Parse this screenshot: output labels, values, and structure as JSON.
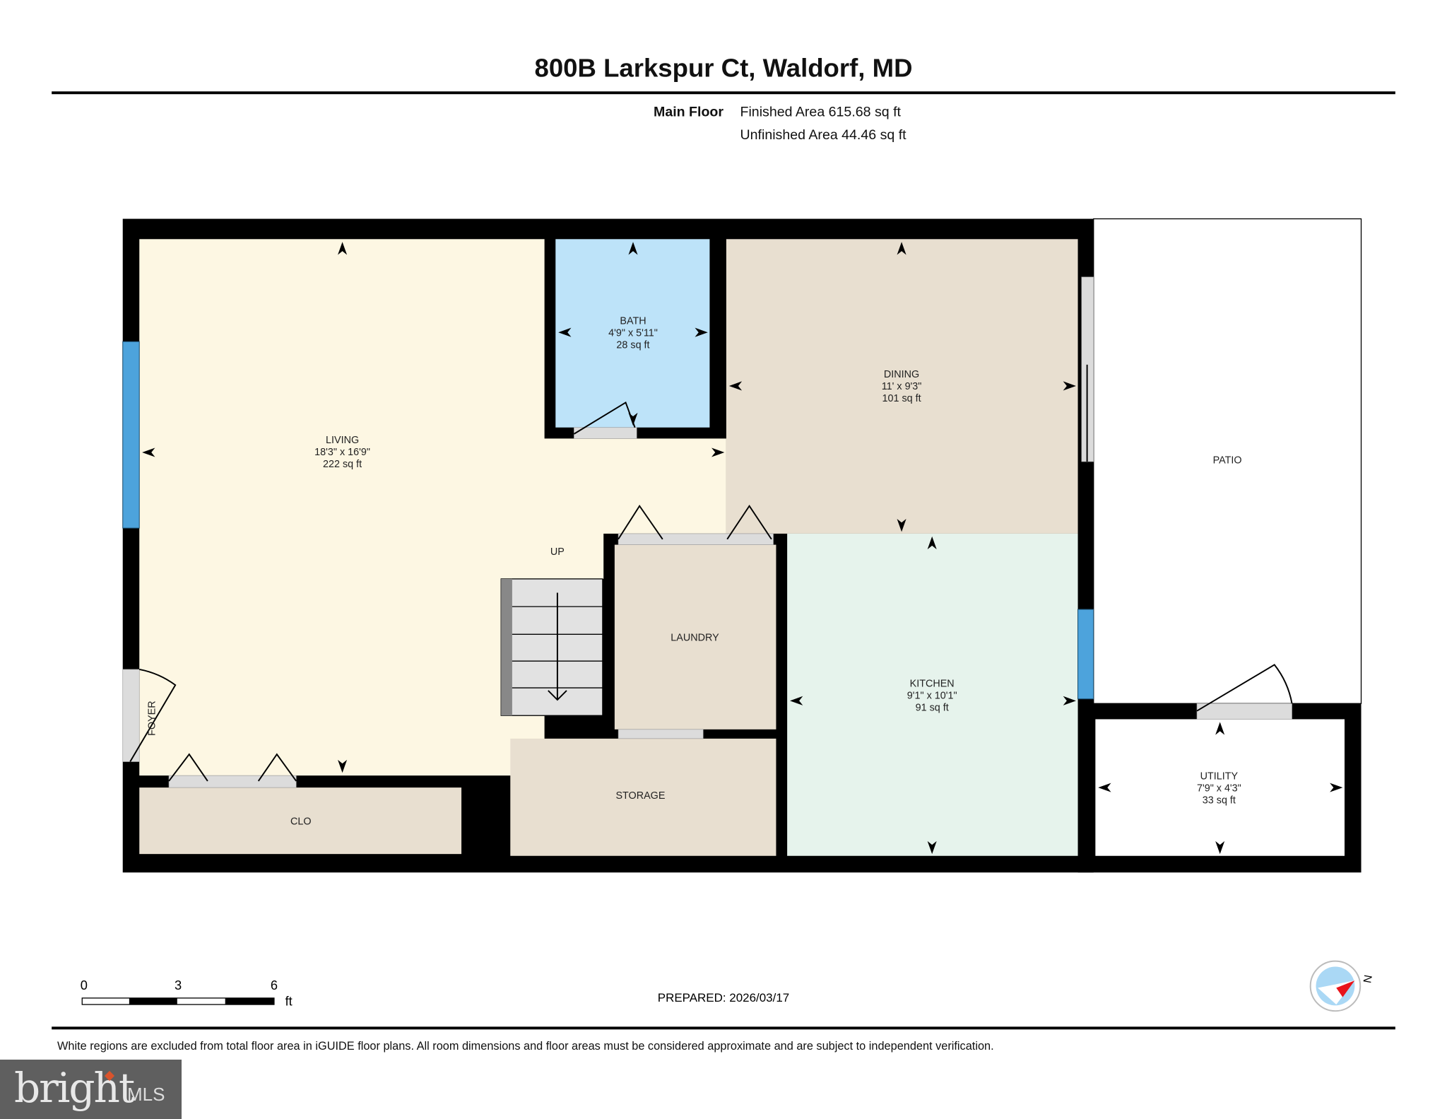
{
  "header": {
    "title": "800B Larkspur Ct, Waldorf, MD",
    "floor_name": "Main Floor",
    "finished_area": "Finished Area 615.68 sq ft",
    "unfinished_area": "Unfinished Area 44.46 sq ft"
  },
  "rooms": {
    "living": {
      "name": "LIVING",
      "dims": "18'3\" x 16'9\"",
      "area": "222 sq ft",
      "color": "#fdf7e3"
    },
    "bath": {
      "name": "BATH",
      "dims": "4'9\" x 5'11\"",
      "area": "28 sq ft",
      "color": "#bde3f9"
    },
    "dining": {
      "name": "DINING",
      "dims": "11' x 9'3\"",
      "area": "101 sq ft",
      "color": "#e8dfd0"
    },
    "kitchen": {
      "name": "KITCHEN",
      "dims": "9'1\" x 10'1\"",
      "area": "91 sq ft",
      "color": "#e6f3ec"
    },
    "utility": {
      "name": "UTILITY",
      "dims": "7'9\" x 4'3\"",
      "area": "33 sq ft",
      "color": "#ffffff"
    },
    "patio": {
      "name": "PATIO"
    },
    "laundry": {
      "name": "LAUNDRY",
      "color": "#e8dfd0"
    },
    "storage": {
      "name": "STORAGE",
      "color": "#e8dfd0"
    },
    "closet": {
      "name": "CLO",
      "color": "#e8dfd0"
    },
    "foyer": {
      "name": "FOYER"
    },
    "stairs": {
      "label": "UP"
    }
  },
  "colors": {
    "wall": "#000000",
    "window": "#4da3dc",
    "door": "#dcdcdc"
  },
  "scale_bar": {
    "ticks": [
      "0",
      "3",
      "6"
    ],
    "unit": "ft"
  },
  "compass": {
    "label": "N",
    "icon": "compass-icon"
  },
  "prepared": "PREPARED: 2026/03/17",
  "disclaimer": "White regions are excluded from total floor area in iGUIDE floor plans. All room dimensions and floor areas must be considered approximate and are subject to independent verification.",
  "logo": {
    "text": "bright",
    "suffix": "MLS"
  }
}
